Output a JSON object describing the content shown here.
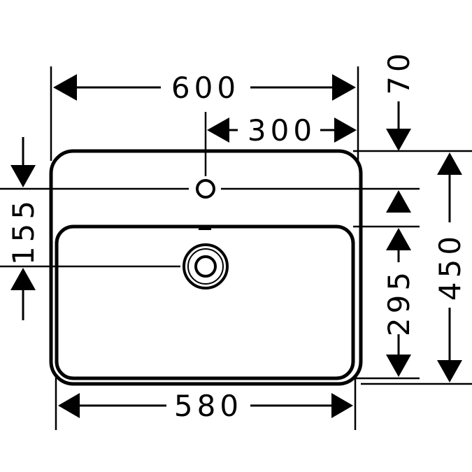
{
  "dimensions": {
    "width_overall": "600",
    "tap_offset": "300",
    "top_margin": "70",
    "depth_overall": "450",
    "drain_offset": "155",
    "bowl_depth": "295",
    "bowl_width": "580"
  }
}
